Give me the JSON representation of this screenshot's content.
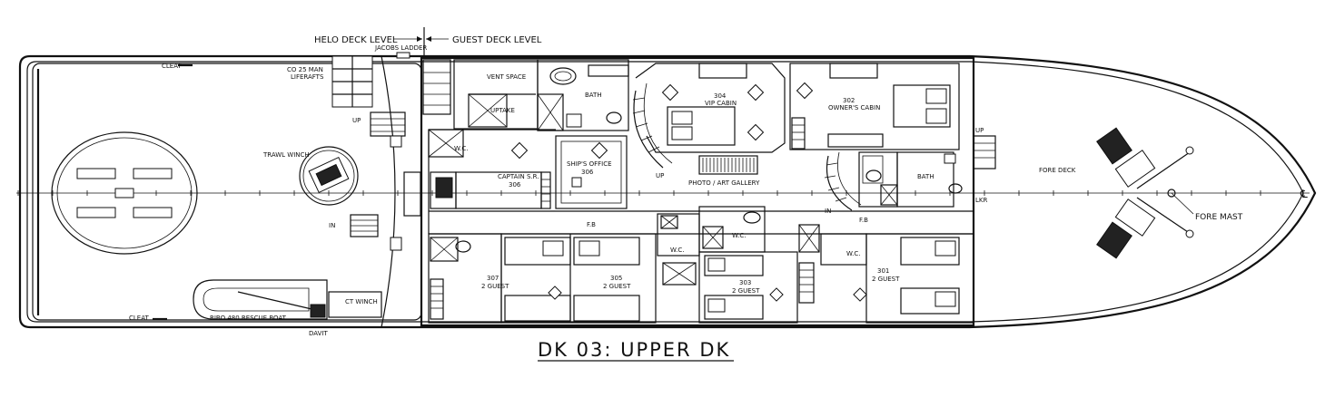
{
  "header": {
    "helo_deck_level": "HELO DECK LEVEL",
    "guest_deck_level": "GUEST DECK LEVEL"
  },
  "title": "DK 03: UPPER DK",
  "labels": {
    "cleat": "CLEAT",
    "jacobs_ladder": "JACOBS LADDER",
    "liferafts_line1": "CO 25 MAN",
    "liferafts_line2": "LIFERAFTS",
    "trawl_winch": "TRAWL WINCH",
    "up": "UP",
    "in": "IN",
    "rescue_boat": "RIBO 480 RESCUE BOAT",
    "ct_winch": "CT WINCH",
    "davit": "DAVIT",
    "vent_space": "VENT SPACE",
    "uptake": "UPTAKE",
    "bath": "BATH",
    "wc": "W.C.",
    "captain_line1": "CAPTAIN S.R.",
    "captain_line2": "306",
    "office_line1": "SHIP'S OFFICE",
    "office_line2": "306",
    "vip_line1": "304",
    "vip_line2": "VIP CABIN",
    "owner_line1": "302",
    "owner_line2": "OWNER'S CABIN",
    "photo_gallery": "PHOTO / ART GALLERY",
    "fore_deck": "FORE DECK",
    "fore_mast": "FORE MAST",
    "lkr": "LKR",
    "fb": "F.B",
    "g307_line1": "307",
    "g307_line2": "2 GUEST",
    "g305_line1": "305",
    "g305_line2": "2 GUEST",
    "g303_line1": "303",
    "g303_line2": "2 GUEST",
    "g301_line1": "301",
    "g301_line2": "2 GUEST",
    "cl_symbol": "℄"
  }
}
